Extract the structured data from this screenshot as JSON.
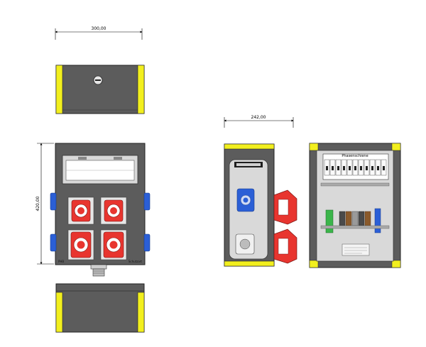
{
  "dimensions": {
    "width_label": "300,00",
    "height_label": "420,00",
    "depth_label": "242,00"
  },
  "inner_panel": {
    "title": "Phasenschiene"
  },
  "front_view": {
    "nameplate_left": "PHB",
    "nameplate_right": "Schutzart"
  },
  "colors": {
    "housing": "#5c5c5c",
    "housing_dark": "#3e3e3e",
    "accent_yellow": "#f2ef1e",
    "socket_red": "#e8352f",
    "socket_blue": "#2b5fd6",
    "frame_light": "#d9d9d9"
  }
}
